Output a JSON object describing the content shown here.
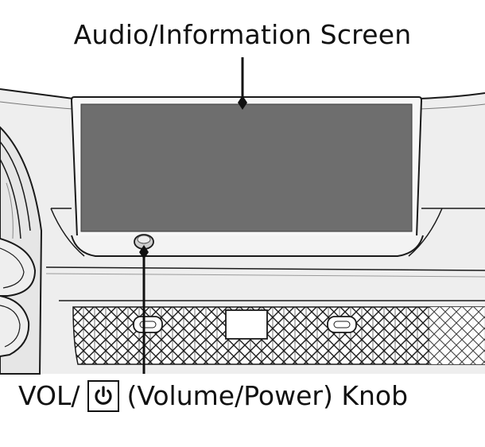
{
  "callouts": {
    "screen_label": "Audio/Information Screen",
    "knob_prefix": "VOL/",
    "knob_suffix": "(Volume/Power) Knob",
    "knob_icon": "power-icon"
  },
  "colors": {
    "screen": "#6e6e6e",
    "bezel": "#f3f3f3",
    "dash": "#eeeeee",
    "outline": "#1a1a1a",
    "label_text": "#111111"
  }
}
